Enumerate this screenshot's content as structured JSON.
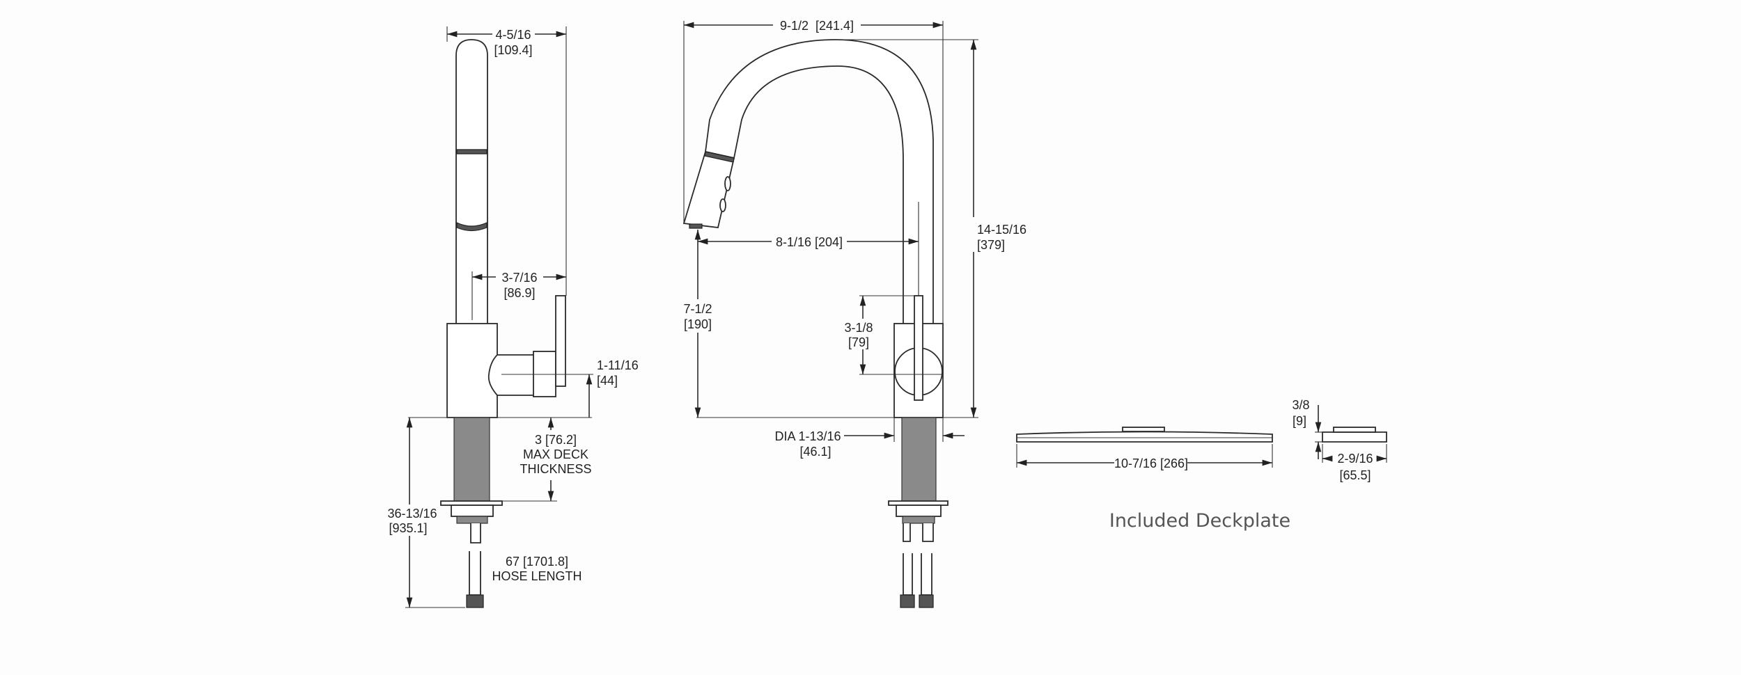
{
  "side_view": {
    "width_dim": [
      "4-5/16",
      "[109.4]"
    ],
    "reach_dim": [
      "3-7/16",
      "[86.9]"
    ],
    "handle_dim": [
      "1-11/16",
      "[44]"
    ],
    "deck_dim": [
      "3 [76.2]",
      "MAX DECK",
      "THICKNESS"
    ],
    "overall_dim": [
      "36-13/16",
      "[935.1]"
    ],
    "hose_dim": [
      "67 [1701.8]",
      "HOSE LENGTH"
    ]
  },
  "front_view": {
    "width_dim": [
      "9-1/2  [241.4]"
    ],
    "height_dim": [
      "14-15/16",
      "[379]"
    ],
    "spout_reach_dim": [
      "8-1/16 [204]"
    ],
    "spout_height_dim": [
      "7-1/2",
      "[190]"
    ],
    "handle_dim": [
      "3-1/8",
      "[79]"
    ],
    "base_dia_dim": [
      "DIA 1-13/16",
      "[46.1]"
    ]
  },
  "deckplate": {
    "length_dim": "10-7/16 [266]",
    "height_dim": [
      "3/8",
      "[9]"
    ],
    "depth_dim": [
      "2-9/16",
      "[65.5]"
    ],
    "caption": "Included Deckplate"
  }
}
